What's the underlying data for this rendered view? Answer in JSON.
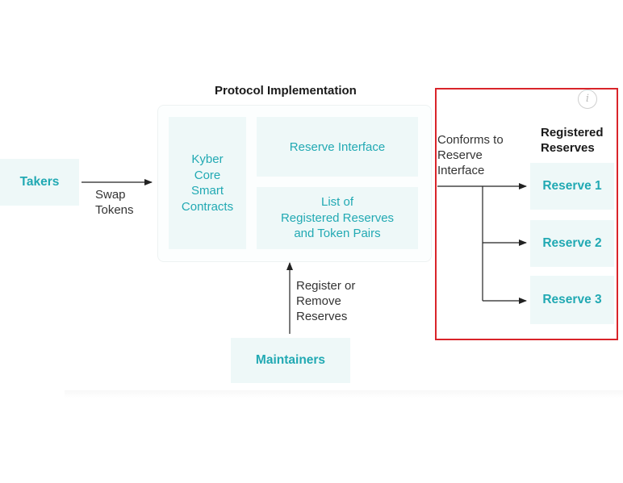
{
  "title": "Protocol Implementation",
  "takers": "Takers",
  "swap_tokens": "Swap\nTokens",
  "kyber_core": "Kyber\nCore\nSmart\nContracts",
  "reserve_interface": "Reserve Interface",
  "registered_list": "List of\nRegistered Reserves\nand Token Pairs",
  "register_remove": "Register or\nRemove\nReserves",
  "maintainers": "Maintainers",
  "conforms_to": "Conforms to\nReserve\nInterface",
  "registered_reserves_heading": "Registered\nReserves",
  "reserves": [
    "Reserve 1",
    "Reserve 2",
    "Reserve 3"
  ],
  "info_icon_glyph": "i",
  "colors": {
    "box_fill": "#eef8f8",
    "accent_text": "#21a9b3",
    "highlight_border": "#d9242a",
    "arrow": "#222222"
  }
}
